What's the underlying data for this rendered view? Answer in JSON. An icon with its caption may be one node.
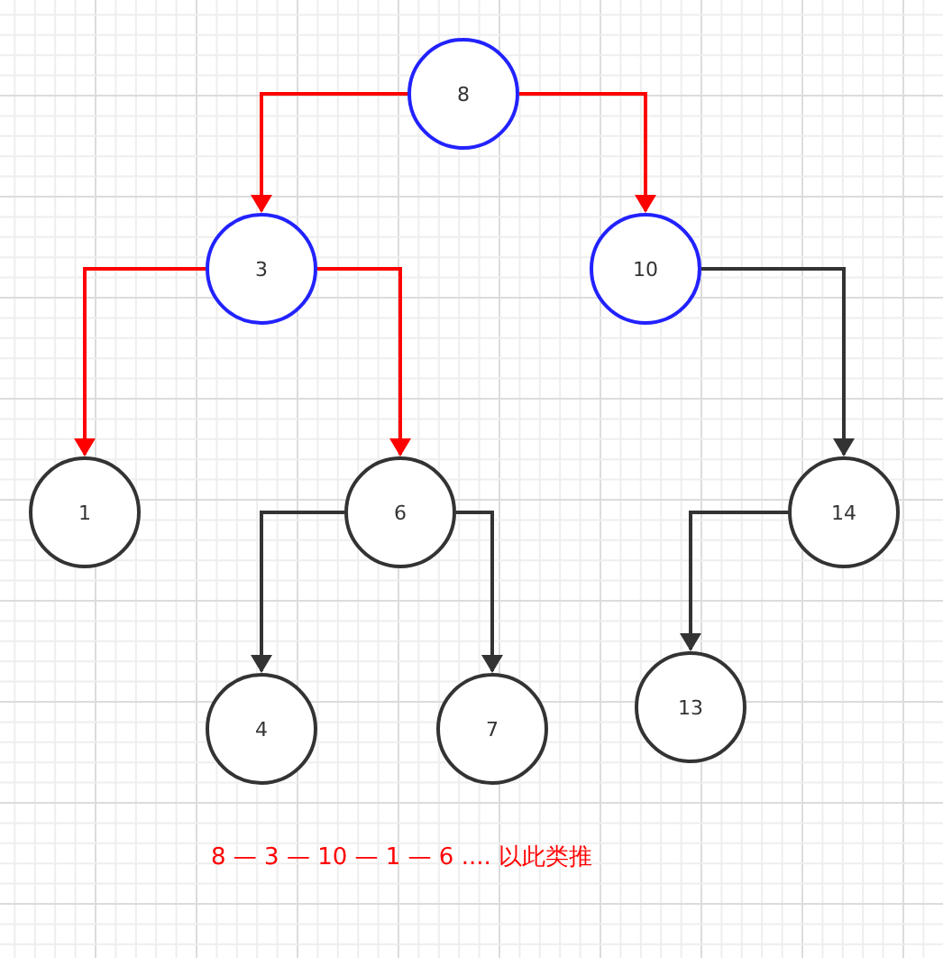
{
  "diagram": {
    "nodes": [
      {
        "text": [
          "8"
        ]
      },
      {
        "text": [
          "3"
        ]
      },
      {
        "text": [
          "10"
        ]
      },
      {
        "text": [
          "1"
        ]
      },
      {
        "text": [
          "6"
        ]
      },
      {
        "text": [
          "14"
        ]
      },
      {
        "text": [
          "4"
        ]
      },
      {
        "text": [
          "7"
        ]
      },
      {
        "text": [
          "13"
        ]
      }
    ],
    "edges": [
      {
        "from": 0,
        "to": 1,
        "arrow": "to",
        "color": "#ff0000"
      },
      {
        "from": 0,
        "to": 2,
        "arrow": "to",
        "color": "#ff0000"
      },
      {
        "from": 1,
        "to": 3,
        "arrow": "to",
        "color": "#ff0000"
      },
      {
        "from": 1,
        "to": 4,
        "arrow": "to",
        "color": "#ff0000"
      },
      {
        "from": 2,
        "to": 5,
        "arrow": "to",
        "color": "#333333"
      },
      {
        "from": 4,
        "to": 6,
        "arrow": "to",
        "color": "#333333"
      },
      {
        "from": 4,
        "to": 7,
        "arrow": "to",
        "color": "#333333"
      },
      {
        "from": 5,
        "to": 8,
        "arrow": "to",
        "color": "#333333"
      }
    ],
    "labels": [
      "8 — 3 — 10 — 1 — 6 .... 以此类推"
    ]
  }
}
